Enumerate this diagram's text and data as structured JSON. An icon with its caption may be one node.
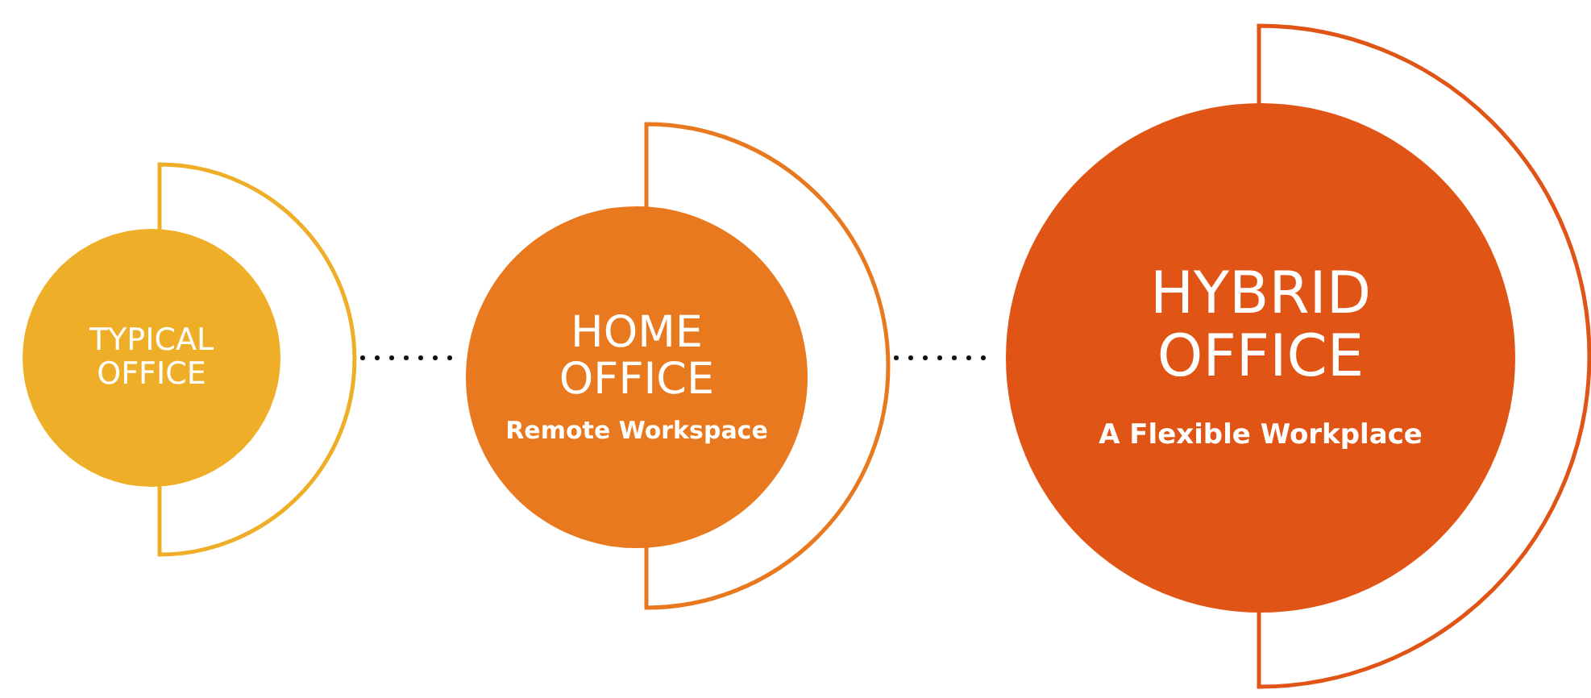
{
  "diagram": {
    "nodes": [
      {
        "text": [
          "TYPICAL OFFICE"
        ]
      },
      {
        "text": [
          "HOME OFFICE",
          "Remote Workspace"
        ]
      },
      {
        "text": [
          "HYBRID OFFICE",
          "A Flexible Workplace"
        ]
      }
    ],
    "edges": [
      {
        "from": 0,
        "to": 1,
        "arrow": "none",
        "style": "dashed"
      },
      {
        "from": 1,
        "to": 2,
        "arrow": "none",
        "style": "dashed"
      }
    ]
  }
}
